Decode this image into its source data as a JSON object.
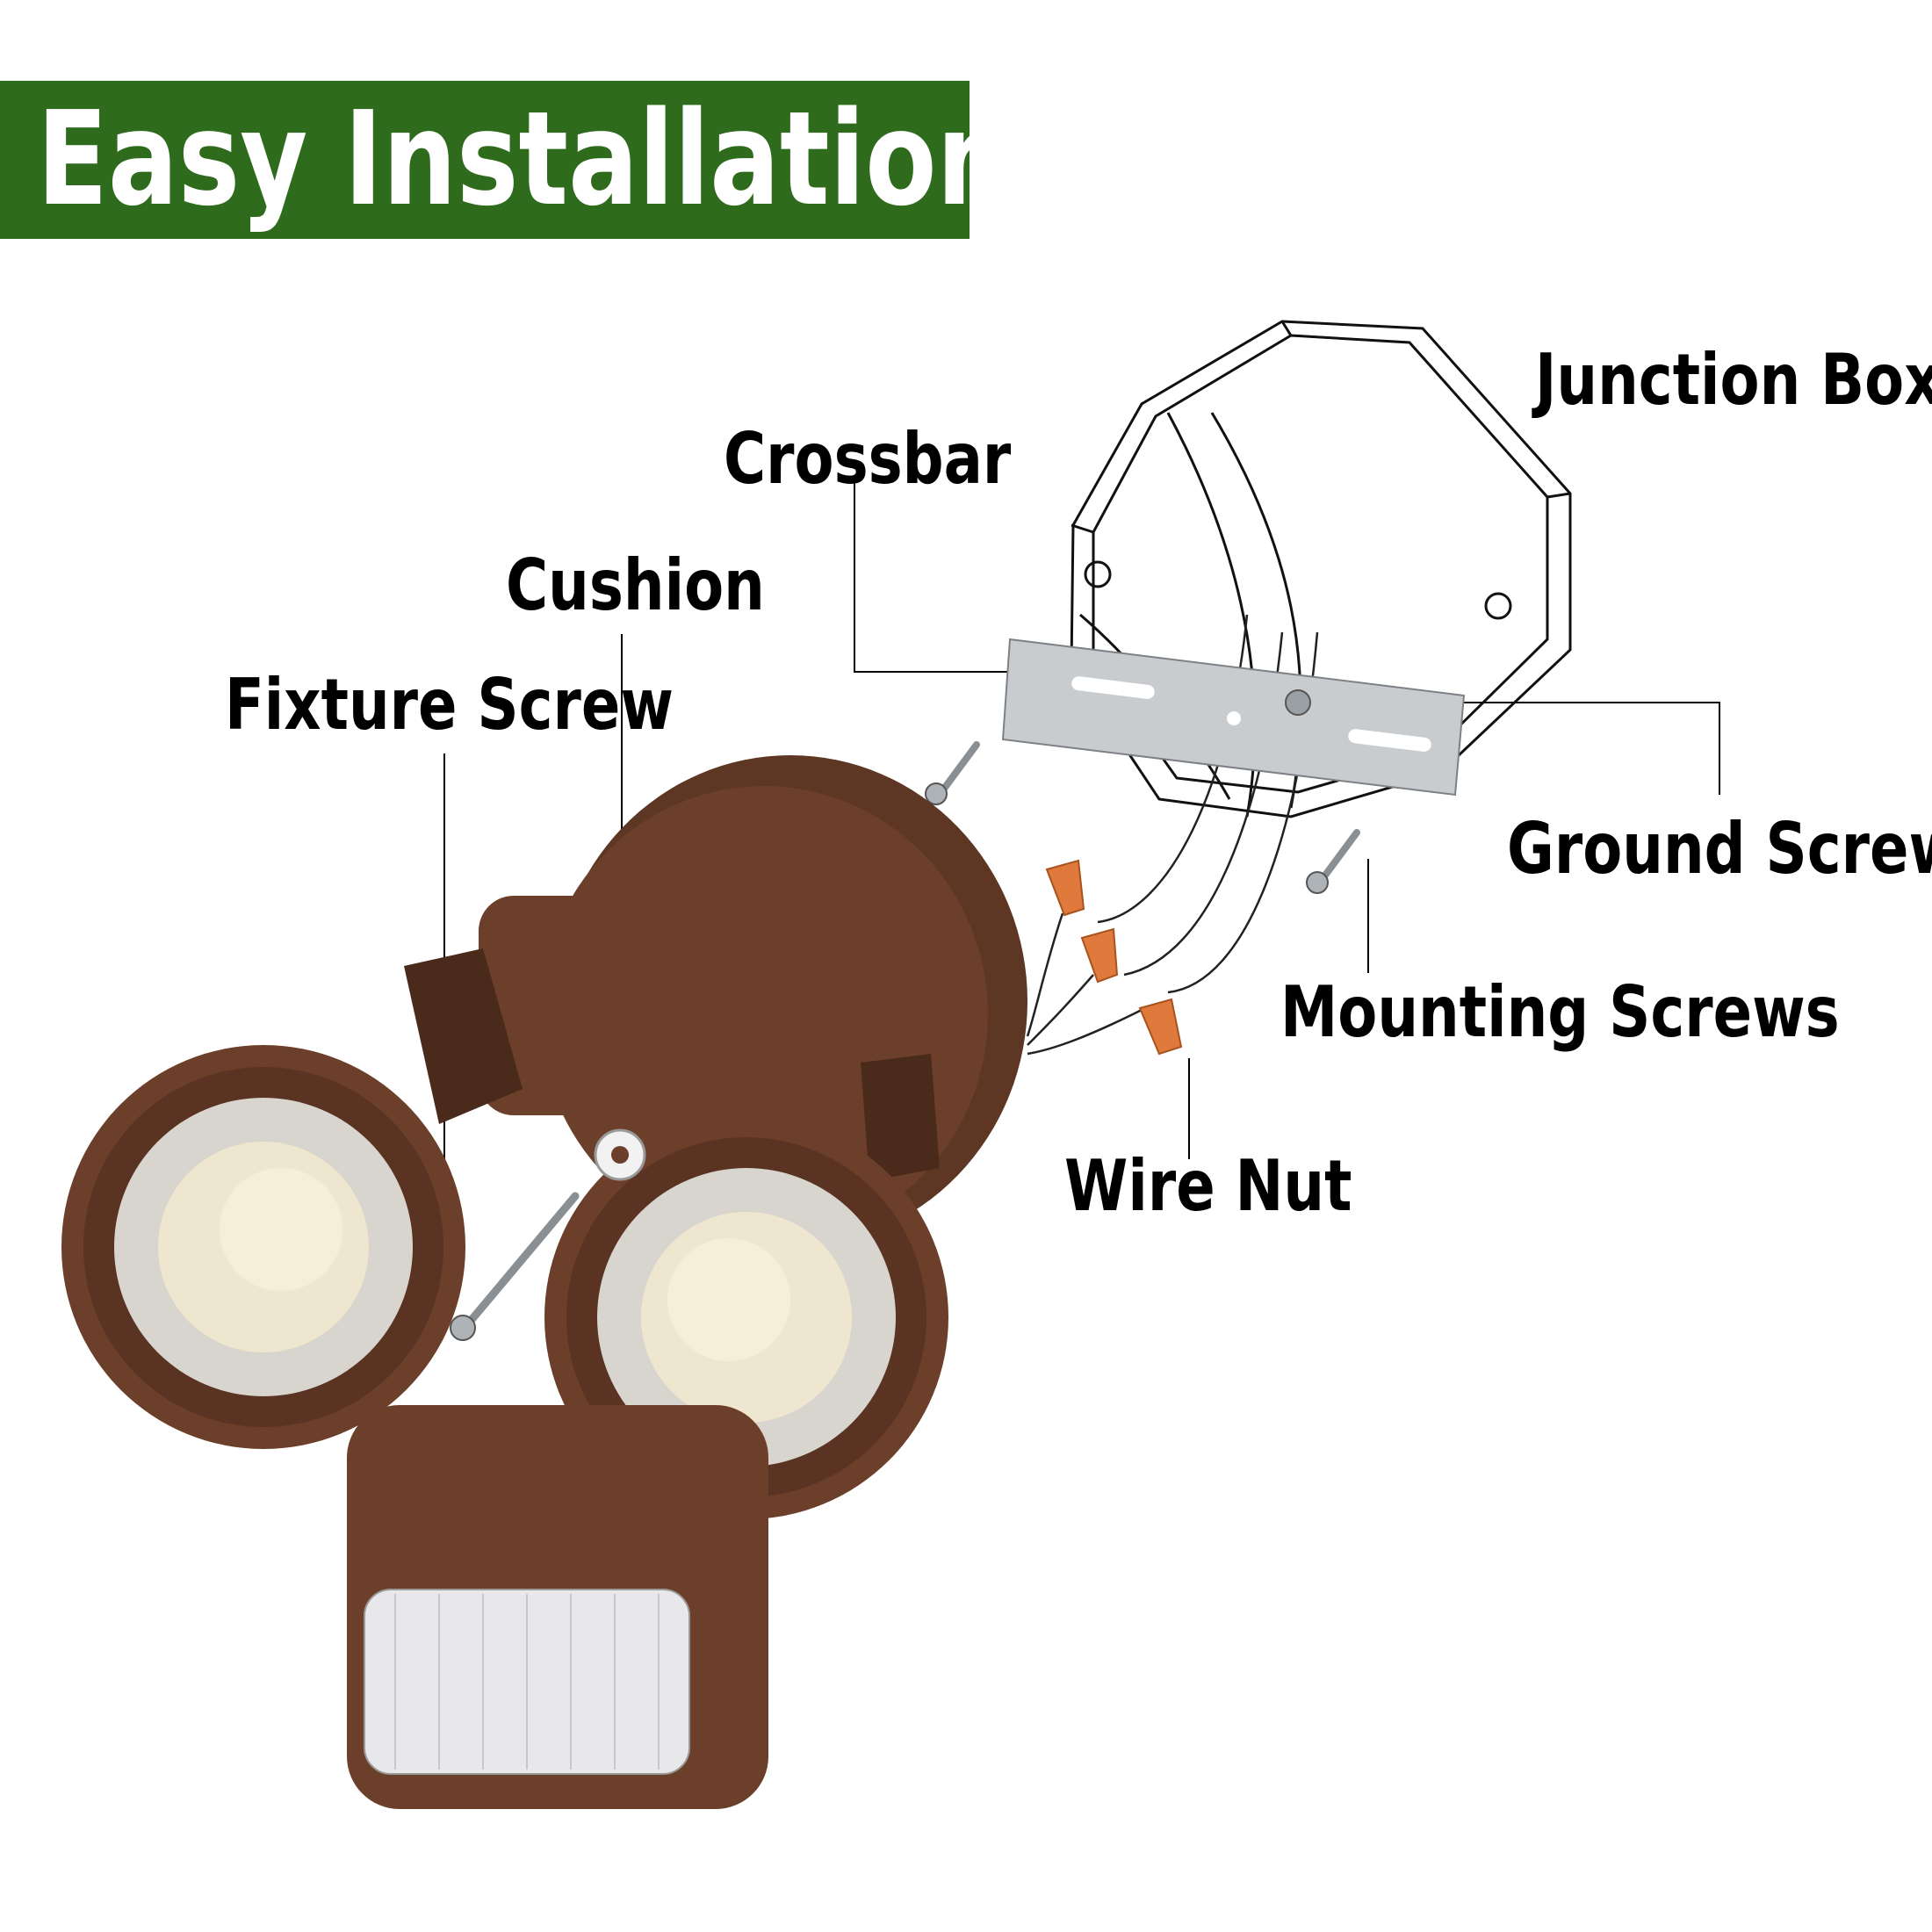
{
  "title": "Easy Installation",
  "labels": {
    "junction_box": "Junction Box",
    "crossbar": "Crossbar",
    "cushion": "Cushion",
    "fixture_screw": "Fixture Screw",
    "ground_screw": "Ground Screw",
    "mounting_screws": "Mounting Screws",
    "wire_nut": "Wire Nut"
  },
  "colors": {
    "banner": "#2f6b1c",
    "fixture_body": "#6b3f2a",
    "fixture_dark": "#4a2a1b",
    "wire_nut": "#e07a3c",
    "crossbar": "#c9cccf"
  }
}
